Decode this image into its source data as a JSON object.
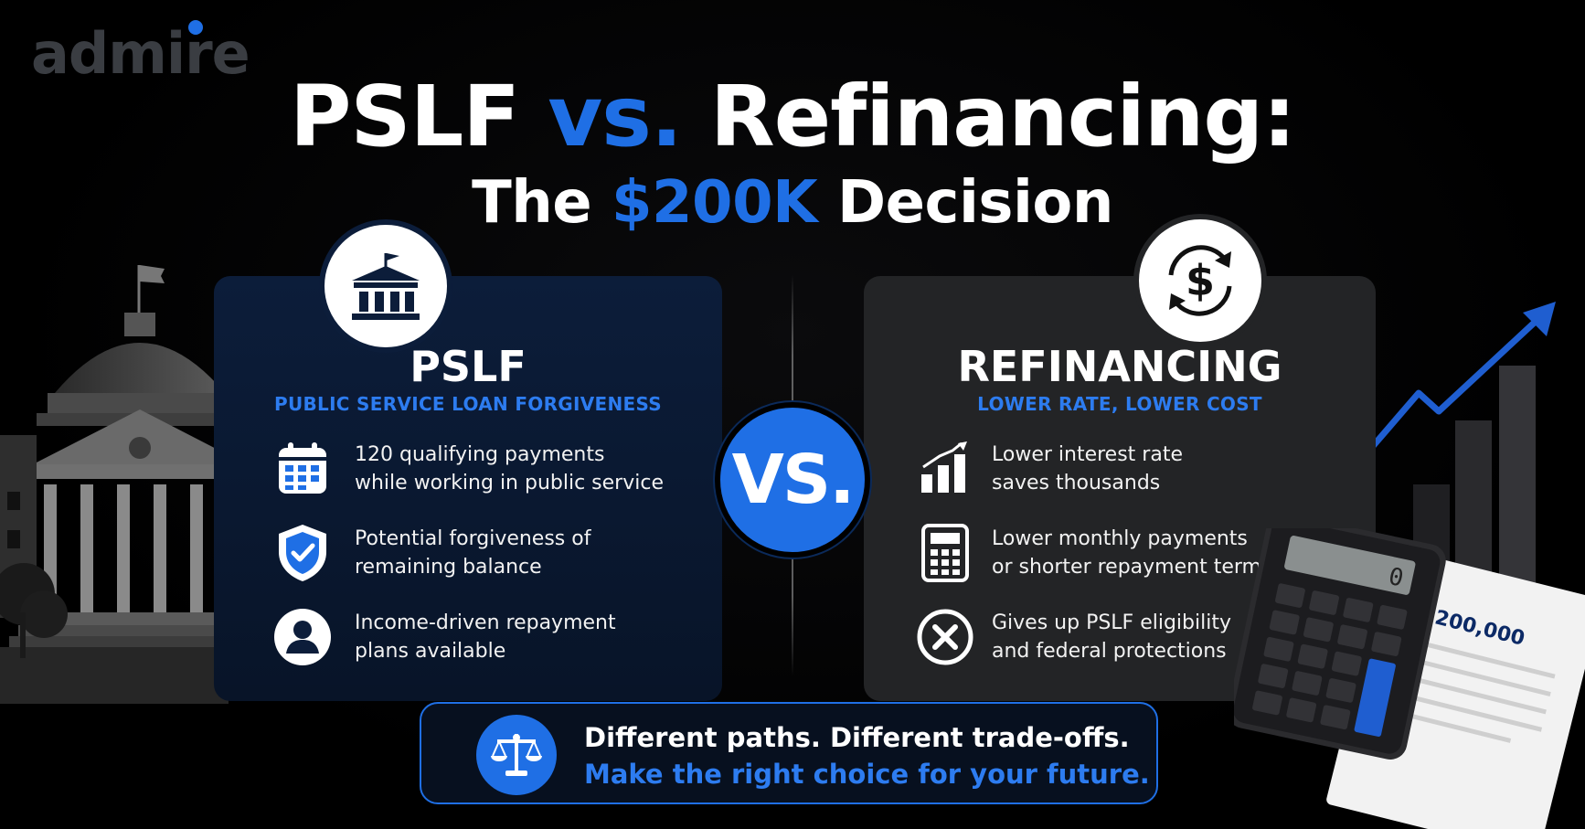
{
  "brand": {
    "logo_text": "admire",
    "accent": "#1f6fe5"
  },
  "title": {
    "line1_part1": "PSLF",
    "line1_part2": "vs.",
    "line1_part3": "Refinancing:",
    "line2_part1": "The",
    "line2_part2": "$200K",
    "line2_part3": "Decision"
  },
  "left_card": {
    "icon": "bank-icon",
    "title": "PSLF",
    "subtitle": "PUBLIC SERVICE LOAN FORGIVENESS",
    "items": [
      {
        "icon": "calendar-icon",
        "line1": "120 qualifying payments",
        "line2": "while working in public service"
      },
      {
        "icon": "shield-check-icon",
        "line1": "Potential forgiveness of",
        "line2": "remaining balance"
      },
      {
        "icon": "user-icon",
        "line1": "Income-driven repayment",
        "line2": "plans available"
      }
    ]
  },
  "vs_label": "VS.",
  "right_card": {
    "icon": "dollar-cycle-icon",
    "title": "REFINANCING",
    "subtitle": "LOWER RATE, LOWER COST",
    "items": [
      {
        "icon": "bar-chart-icon",
        "line1": "Lower interest rate",
        "line2": "saves thousands"
      },
      {
        "icon": "calculator-icon",
        "line1": "Lower monthly payments",
        "line2": "or shorter repayment term"
      },
      {
        "icon": "x-circle-icon",
        "line1": "Gives up PSLF eligibility",
        "line2": "and federal protections"
      }
    ]
  },
  "banner": {
    "icon": "scale-icon",
    "line1": "Different paths. Different trade-offs.",
    "line2": "Make the right choice for your future."
  },
  "decor": {
    "calculator_display": "0",
    "document_amount": "$200,000"
  }
}
